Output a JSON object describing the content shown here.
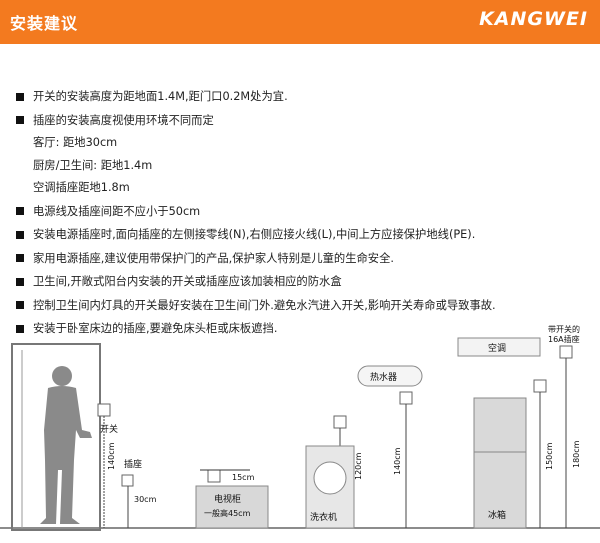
{
  "header": {
    "title": "安装建议",
    "brand": "KANGWEI",
    "bar_color": "#f37a1f"
  },
  "rules": [
    {
      "type": "bullet",
      "text": "开关的安装高度为距地面1.4M,距门口0.2M处为宜."
    },
    {
      "type": "bullet",
      "text": "插座的安装高度视使用环境不同而定"
    },
    {
      "type": "sub",
      "text": "客厅: 距地30cm"
    },
    {
      "type": "sub",
      "text": "厨房/卫生间: 距地1.4m"
    },
    {
      "type": "sub",
      "text": "空调插座距地1.8m"
    },
    {
      "type": "bullet",
      "text": "电源线及插座间距不应小于50cm"
    },
    {
      "type": "bullet",
      "text": "安装电源插座时,面向插座的左侧接零线(N),右侧应接火线(L),中间上方应接保护地线(PE)."
    },
    {
      "type": "bullet",
      "text": "家用电源插座,建议使用带保护门的产品,保护家人特别是儿童的生命安全."
    },
    {
      "type": "bullet",
      "text": "卫生间,开敞式阳台内安装的开关或插座应该加装相应的防水盒"
    },
    {
      "type": "bullet",
      "text": "控制卫生间内灯具的开关最好安装在卫生间门外.避免水汽进入开关,影响开关寿命或导致事故."
    },
    {
      "type": "bullet",
      "text": "安装于卧室床边的插座,要避免床头柜或床板遮挡."
    }
  ],
  "diagram": {
    "switch_label": "开关",
    "socket_label": "插座",
    "h_140": "140cm",
    "h_30": "30cm",
    "gap_15": "15cm",
    "tv_cabinet": "电视柜",
    "tv_height": "一般高45cm",
    "water_heater": "热水器",
    "washer": "洗衣机",
    "h_120": "120cm",
    "h_140b": "140cm",
    "ac": "空调",
    "ac_socket_1": "带开关的",
    "ac_socket_2": "16A插座",
    "fridge": "冰箱",
    "h_150": "150cm",
    "h_180": "180cm"
  }
}
